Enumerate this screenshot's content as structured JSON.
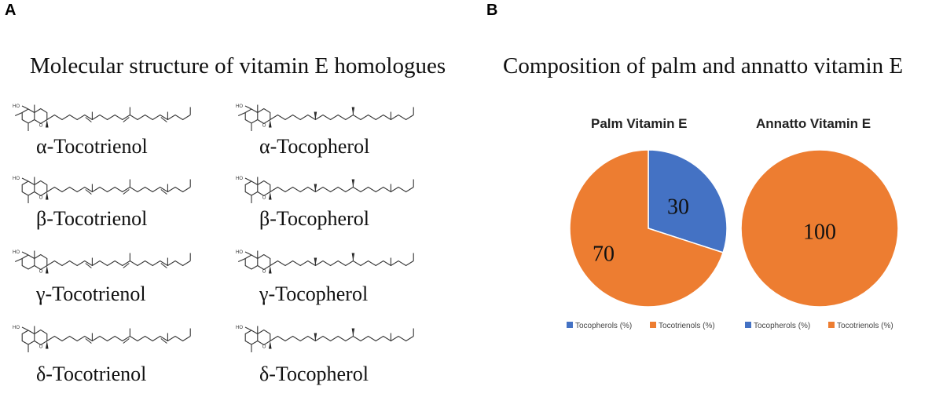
{
  "panels": {
    "a": {
      "letter": "A",
      "title": "Molecular structure of vitamin E homologues",
      "molecules": [
        {
          "name": "α-Tocotrienol",
          "chain": "trienol",
          "ring": "alpha"
        },
        {
          "name": "α-Tocopherol",
          "chain": "pherol",
          "ring": "alpha"
        },
        {
          "name": "β-Tocotrienol",
          "chain": "trienol",
          "ring": "beta"
        },
        {
          "name": "β-Tocopherol",
          "chain": "pherol",
          "ring": "beta"
        },
        {
          "name": "γ-Tocotrienol",
          "chain": "trienol",
          "ring": "gamma"
        },
        {
          "name": "γ-Tocopherol",
          "chain": "pherol",
          "ring": "gamma"
        },
        {
          "name": "δ-Tocotrienol",
          "chain": "trienol",
          "ring": "delta"
        },
        {
          "name": "δ-Tocopherol",
          "chain": "pherol",
          "ring": "delta"
        }
      ],
      "ho_label": "HO",
      "o_label": "O"
    },
    "b": {
      "letter": "B",
      "title": "Composition of palm and annatto vitamin E"
    }
  },
  "chart_data": [
    {
      "type": "pie",
      "title": "Palm Vitamin E",
      "categories": [
        "Tocopherols (%)",
        "Tocotrienols (%)"
      ],
      "values": [
        30,
        70
      ],
      "colors": [
        "#4472C4",
        "#ED7D31"
      ],
      "data_labels": [
        "30",
        "70"
      ]
    },
    {
      "type": "pie",
      "title": "Annatto Vitamin E",
      "categories": [
        "Tocopherols (%)",
        "Tocotrienols (%)"
      ],
      "values": [
        0,
        100
      ],
      "colors": [
        "#4472C4",
        "#ED7D31"
      ],
      "data_labels": [
        "",
        "100"
      ]
    }
  ]
}
